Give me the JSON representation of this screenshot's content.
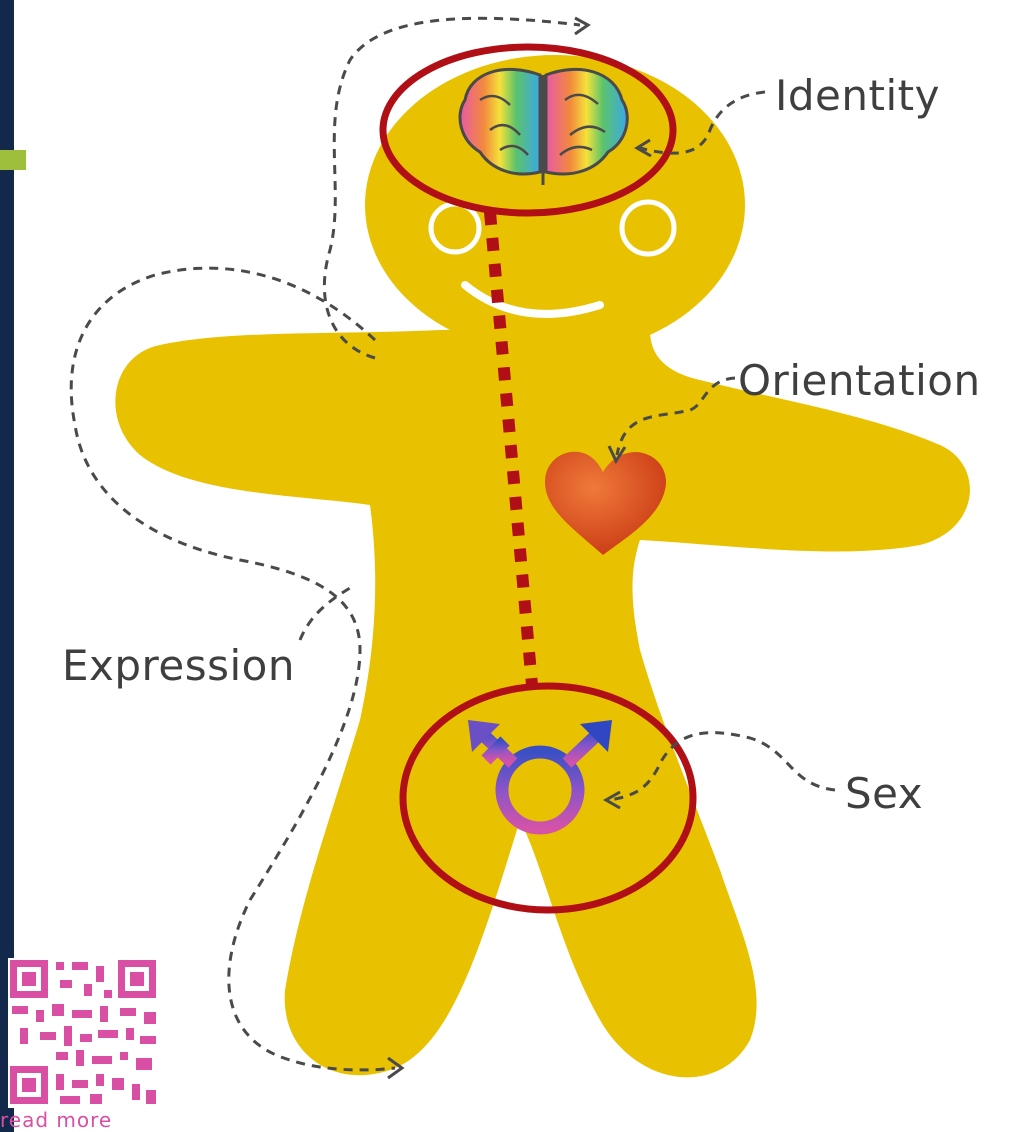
{
  "labels": {
    "identity": "Identity",
    "orientation": "Orientation",
    "expression": "Expression",
    "sex": "Sex"
  },
  "qr": {
    "caption": "read more"
  },
  "colors": {
    "body": "#e8c200",
    "circle": "#b01015",
    "dotted_line": "#b01015",
    "arrow": "#4a4a4a",
    "label": "#3f3f3f",
    "heart": "#d9481d",
    "qr": "#d94fa4",
    "side_bar": "#13294b",
    "side_accent": "#9dbf3c"
  },
  "icons": [
    "brain-icon",
    "heart-icon",
    "transgender-symbol-icon",
    "qr-code-icon"
  ]
}
